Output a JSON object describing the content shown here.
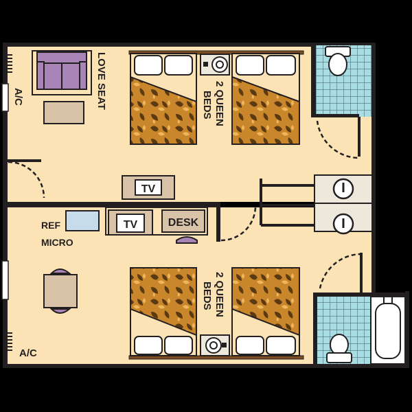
{
  "room_labels": {
    "love_seat": "LOVE SEAT",
    "ac_top": "A/C",
    "ac_bottom": "A/C",
    "beds_top_line1": "2 QUEEN",
    "beds_top_line2": "BEDS",
    "beds_bottom_line1": "2 QUEEN",
    "beds_bottom_line2": "BEDS",
    "tv_top": "TV",
    "tv_bottom": "TV",
    "desk": "DESK",
    "ref": "REF",
    "micro": "MICRO"
  },
  "colors": {
    "floor": "#fce3b6",
    "wall": "#231f20",
    "sofa": "#a884b7",
    "pillow": "#ffffff",
    "table": "#d8c3a9",
    "chair": "#a884b7",
    "bedspread_base": "#c9862b",
    "bedspread_dark": "#5a3a12",
    "tile": "#a9dde5",
    "tile_grid": "#4a6f74",
    "fridge": "#c6dcea",
    "sink": "#ede8dc",
    "bed_frame": "#7a4e22"
  },
  "icons": [
    "window-icon",
    "door-swing-icon",
    "toilet-icon",
    "sink-icon",
    "bathtub-icon",
    "lamp-icon",
    "chair-icon"
  ]
}
